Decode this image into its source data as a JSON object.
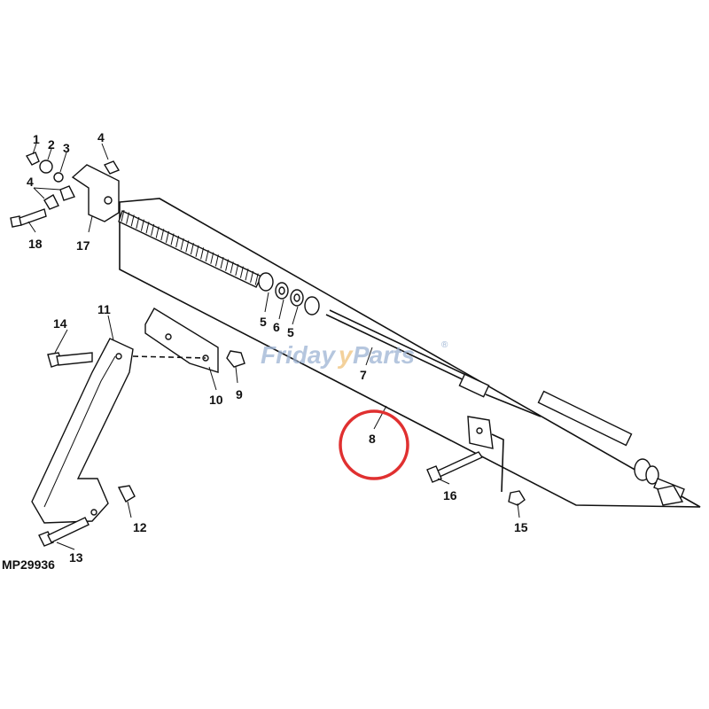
{
  "diagram": {
    "figure_code": "MP29936",
    "watermark": {
      "brand_part1": "Friday",
      "brand_part2": "Parts",
      "mark": "®"
    },
    "highlight_color": "#e03030",
    "callouts": {
      "c1": "1",
      "c2": "2",
      "c3": "3",
      "c4a": "4",
      "c4b": "4",
      "c5a": "5",
      "c5b": "5",
      "c6": "6",
      "c7": "7",
      "c8": "8",
      "c9": "9",
      "c10": "10",
      "c11": "11",
      "c12": "12",
      "c13": "13",
      "c14": "14",
      "c15": "15",
      "c16": "16",
      "c17": "17",
      "c18": "18"
    }
  }
}
